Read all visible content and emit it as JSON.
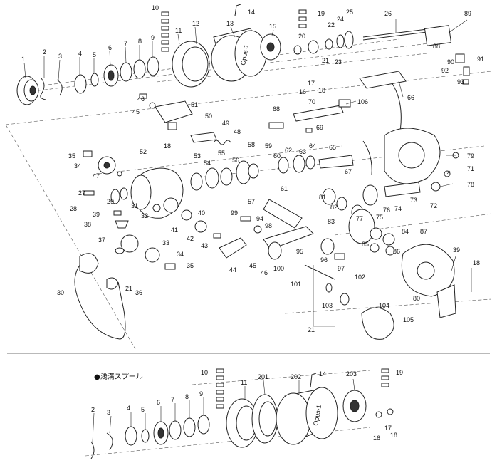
{
  "main_labels": [
    {
      "id": "n1",
      "text": "1"
    },
    {
      "id": "n2",
      "text": "2"
    },
    {
      "id": "n3",
      "text": "3"
    },
    {
      "id": "n4",
      "text": "4"
    },
    {
      "id": "n5",
      "text": "5"
    },
    {
      "id": "n6",
      "text": "6"
    },
    {
      "id": "n7",
      "text": "7"
    },
    {
      "id": "n8",
      "text": "8"
    },
    {
      "id": "n9",
      "text": "9"
    },
    {
      "id": "n10",
      "text": "10"
    },
    {
      "id": "n11",
      "text": "11"
    },
    {
      "id": "n12",
      "text": "12"
    },
    {
      "id": "n13",
      "text": "13"
    },
    {
      "id": "n14",
      "text": "14"
    },
    {
      "id": "n15",
      "text": "15"
    },
    {
      "id": "n16",
      "text": "16"
    },
    {
      "id": "n17",
      "text": "17"
    },
    {
      "id": "n18",
      "text": "18"
    },
    {
      "id": "n19",
      "text": "19"
    },
    {
      "id": "n20",
      "text": "20"
    },
    {
      "id": "n21",
      "text": "21"
    },
    {
      "id": "n22",
      "text": "22"
    },
    {
      "id": "n23",
      "text": "23"
    },
    {
      "id": "n24",
      "text": "24"
    },
    {
      "id": "n25",
      "text": "25"
    },
    {
      "id": "n26",
      "text": "26"
    },
    {
      "id": "n89",
      "text": "89"
    },
    {
      "id": "n88",
      "text": "88"
    },
    {
      "id": "n90",
      "text": "90"
    },
    {
      "id": "n91",
      "text": "91"
    },
    {
      "id": "n92",
      "text": "92"
    },
    {
      "id": "n93",
      "text": "93"
    },
    {
      "id": "n46",
      "text": "46"
    },
    {
      "id": "n45",
      "text": "45"
    },
    {
      "id": "n51",
      "text": "51"
    },
    {
      "id": "n50",
      "text": "50"
    },
    {
      "id": "n68",
      "text": "68"
    },
    {
      "id": "n70",
      "text": "70"
    },
    {
      "id": "n106",
      "text": "106"
    },
    {
      "id": "n66",
      "text": "66"
    },
    {
      "id": "n69",
      "text": "69"
    },
    {
      "id": "n49",
      "text": "49"
    },
    {
      "id": "n48",
      "text": "48"
    },
    {
      "id": "n52",
      "text": "52"
    },
    {
      "id": "n18b",
      "text": "18"
    },
    {
      "id": "n35",
      "text": "35"
    },
    {
      "id": "n34",
      "text": "34"
    },
    {
      "id": "n47",
      "text": "47"
    },
    {
      "id": "n53",
      "text": "53"
    },
    {
      "id": "n55",
      "text": "55"
    },
    {
      "id": "n54",
      "text": "54"
    },
    {
      "id": "n56",
      "text": "56"
    },
    {
      "id": "n58",
      "text": "58"
    },
    {
      "id": "n59",
      "text": "59"
    },
    {
      "id": "n60",
      "text": "60"
    },
    {
      "id": "n62",
      "text": "62"
    },
    {
      "id": "n63",
      "text": "63"
    },
    {
      "id": "n64",
      "text": "64"
    },
    {
      "id": "n65",
      "text": "65"
    },
    {
      "id": "n67",
      "text": "67"
    },
    {
      "id": "n79",
      "text": "79"
    },
    {
      "id": "n71",
      "text": "71"
    },
    {
      "id": "n78",
      "text": "78"
    },
    {
      "id": "n27",
      "text": "27"
    },
    {
      "id": "n29",
      "text": "29"
    },
    {
      "id": "n31",
      "text": "31"
    },
    {
      "id": "n28",
      "text": "28"
    },
    {
      "id": "n39",
      "text": "39"
    },
    {
      "id": "n38",
      "text": "38"
    },
    {
      "id": "n32",
      "text": "32"
    },
    {
      "id": "n40",
      "text": "40"
    },
    {
      "id": "n57",
      "text": "57"
    },
    {
      "id": "n61",
      "text": "61"
    },
    {
      "id": "n81",
      "text": "81"
    },
    {
      "id": "n82",
      "text": "82"
    },
    {
      "id": "n77",
      "text": "77"
    },
    {
      "id": "n76",
      "text": "76"
    },
    {
      "id": "n74",
      "text": "74"
    },
    {
      "id": "n73",
      "text": "73"
    },
    {
      "id": "n72",
      "text": "72"
    },
    {
      "id": "n75",
      "text": "75"
    },
    {
      "id": "n99",
      "text": "99"
    },
    {
      "id": "n94",
      "text": "94"
    },
    {
      "id": "n98",
      "text": "98"
    },
    {
      "id": "n41",
      "text": "41"
    },
    {
      "id": "n42",
      "text": "42"
    },
    {
      "id": "n43",
      "text": "43"
    },
    {
      "id": "n37",
      "text": "37"
    },
    {
      "id": "n33",
      "text": "33"
    },
    {
      "id": "n34b",
      "text": "34"
    },
    {
      "id": "n35b",
      "text": "35"
    },
    {
      "id": "n83",
      "text": "83"
    },
    {
      "id": "n84",
      "text": "84"
    },
    {
      "id": "n85",
      "text": "85"
    },
    {
      "id": "n86",
      "text": "86"
    },
    {
      "id": "n87",
      "text": "87"
    },
    {
      "id": "n95",
      "text": "95"
    },
    {
      "id": "n96",
      "text": "96"
    },
    {
      "id": "n44",
      "text": "44"
    },
    {
      "id": "n45b",
      "text": "45"
    },
    {
      "id": "n46b",
      "text": "46"
    },
    {
      "id": "n100",
      "text": "100"
    },
    {
      "id": "n97",
      "text": "97"
    },
    {
      "id": "n102",
      "text": "102"
    },
    {
      "id": "n39b",
      "text": "39"
    },
    {
      "id": "n18c",
      "text": "18"
    },
    {
      "id": "n30",
      "text": "30"
    },
    {
      "id": "n21b",
      "text": "21"
    },
    {
      "id": "n36",
      "text": "36"
    },
    {
      "id": "n101",
      "text": "101"
    },
    {
      "id": "n103",
      "text": "103"
    },
    {
      "id": "n104",
      "text": "104"
    },
    {
      "id": "n80",
      "text": "80"
    },
    {
      "id": "n105",
      "text": "105"
    },
    {
      "id": "n21c",
      "text": "21"
    }
  ],
  "sub_title": "●浅溝スプール",
  "sub_labels": [
    {
      "id": "s10",
      "text": "10"
    },
    {
      "id": "s14",
      "text": "14"
    },
    {
      "id": "s19",
      "text": "19"
    },
    {
      "id": "s11",
      "text": "11"
    },
    {
      "id": "s201",
      "text": "201"
    },
    {
      "id": "s202",
      "text": "202"
    },
    {
      "id": "s203",
      "text": "203"
    },
    {
      "id": "s9",
      "text": "9"
    },
    {
      "id": "s8",
      "text": "8"
    },
    {
      "id": "s7",
      "text": "7"
    },
    {
      "id": "s6",
      "text": "6"
    },
    {
      "id": "s5",
      "text": "5"
    },
    {
      "id": "s4",
      "text": "4"
    },
    {
      "id": "s3",
      "text": "3"
    },
    {
      "id": "s2",
      "text": "2"
    },
    {
      "id": "s17",
      "text": "17"
    },
    {
      "id": "s16",
      "text": "16"
    },
    {
      "id": "s18",
      "text": "18"
    }
  ],
  "spool_text": "Opus-1"
}
